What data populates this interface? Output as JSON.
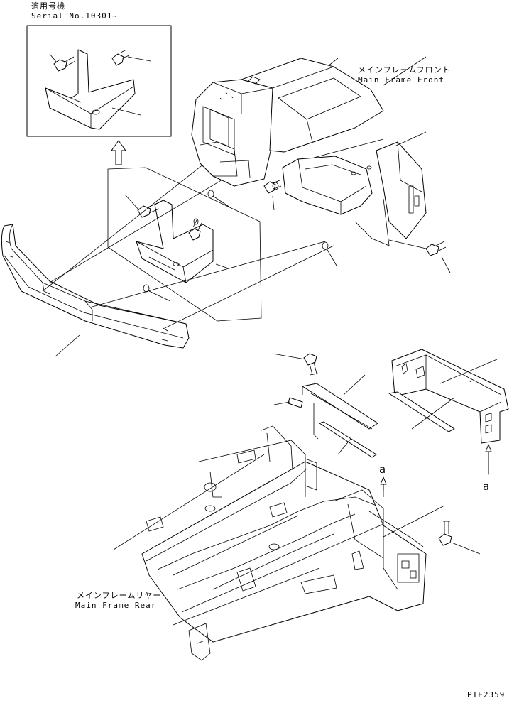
{
  "labels": {
    "applicable_title": "適用号機",
    "applicable_serial": "Serial No.10301~",
    "front_jp": "メインフレームフロント",
    "front_en": "Main Frame Front",
    "rear_jp": "メインフレームリヤー",
    "rear_en": "Main Frame Rear",
    "view_a_upper": "a",
    "view_a_lower": "a",
    "drawing_code": "PTE2359"
  }
}
